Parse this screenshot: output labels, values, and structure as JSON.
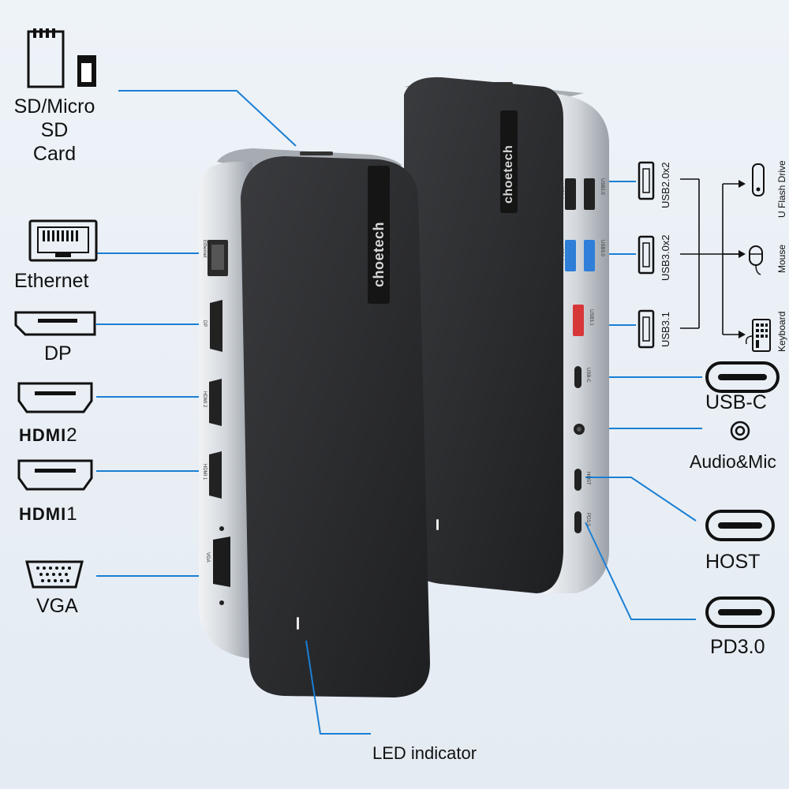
{
  "brand": "choetech",
  "left_labels": {
    "sd": "SD/Micro SD\nCard",
    "ethernet": "Ethernet",
    "dp": "DP",
    "hdmi2_prefix": "HDMI",
    "hdmi2_num": "2",
    "hdmi1_prefix": "HDMI",
    "hdmi1_num": "1",
    "vga": "VGA"
  },
  "right_labels": {
    "usb_c": "USB-C",
    "audio": "Audio&Mic",
    "host": "HOST",
    "pd": "PD3.0",
    "led": "LED indicator"
  },
  "usb_group": {
    "usb20": "USB2.0x2",
    "usb30": "USB3.0x2",
    "usb31": "USB3.1",
    "flash": "U Flash Drive",
    "mouse": "Mouse",
    "keyboard": "Keyboard"
  },
  "port_marks": {
    "left_ethernet": "Ethernet",
    "left_dp": "DP",
    "left_hdmi2": "HDMI 2",
    "left_hdmi1": "HDMI 1",
    "left_vga": "VGA",
    "right_usb20_a": "USB2.0",
    "right_usb20_b": "USB2.0",
    "right_usb30_a": "USB3.0",
    "right_usb30_b": "USB3.0",
    "right_usb31": "USB3.1",
    "right_usbc": "USB-C",
    "right_host": "HOST",
    "right_pd": "PD3.0"
  },
  "colors": {
    "leader": "#1a7fd4",
    "shell": "#c9ced4",
    "face": "#2b2b2d",
    "usb30": "#2f7fd8",
    "usb31": "#d8373a"
  }
}
